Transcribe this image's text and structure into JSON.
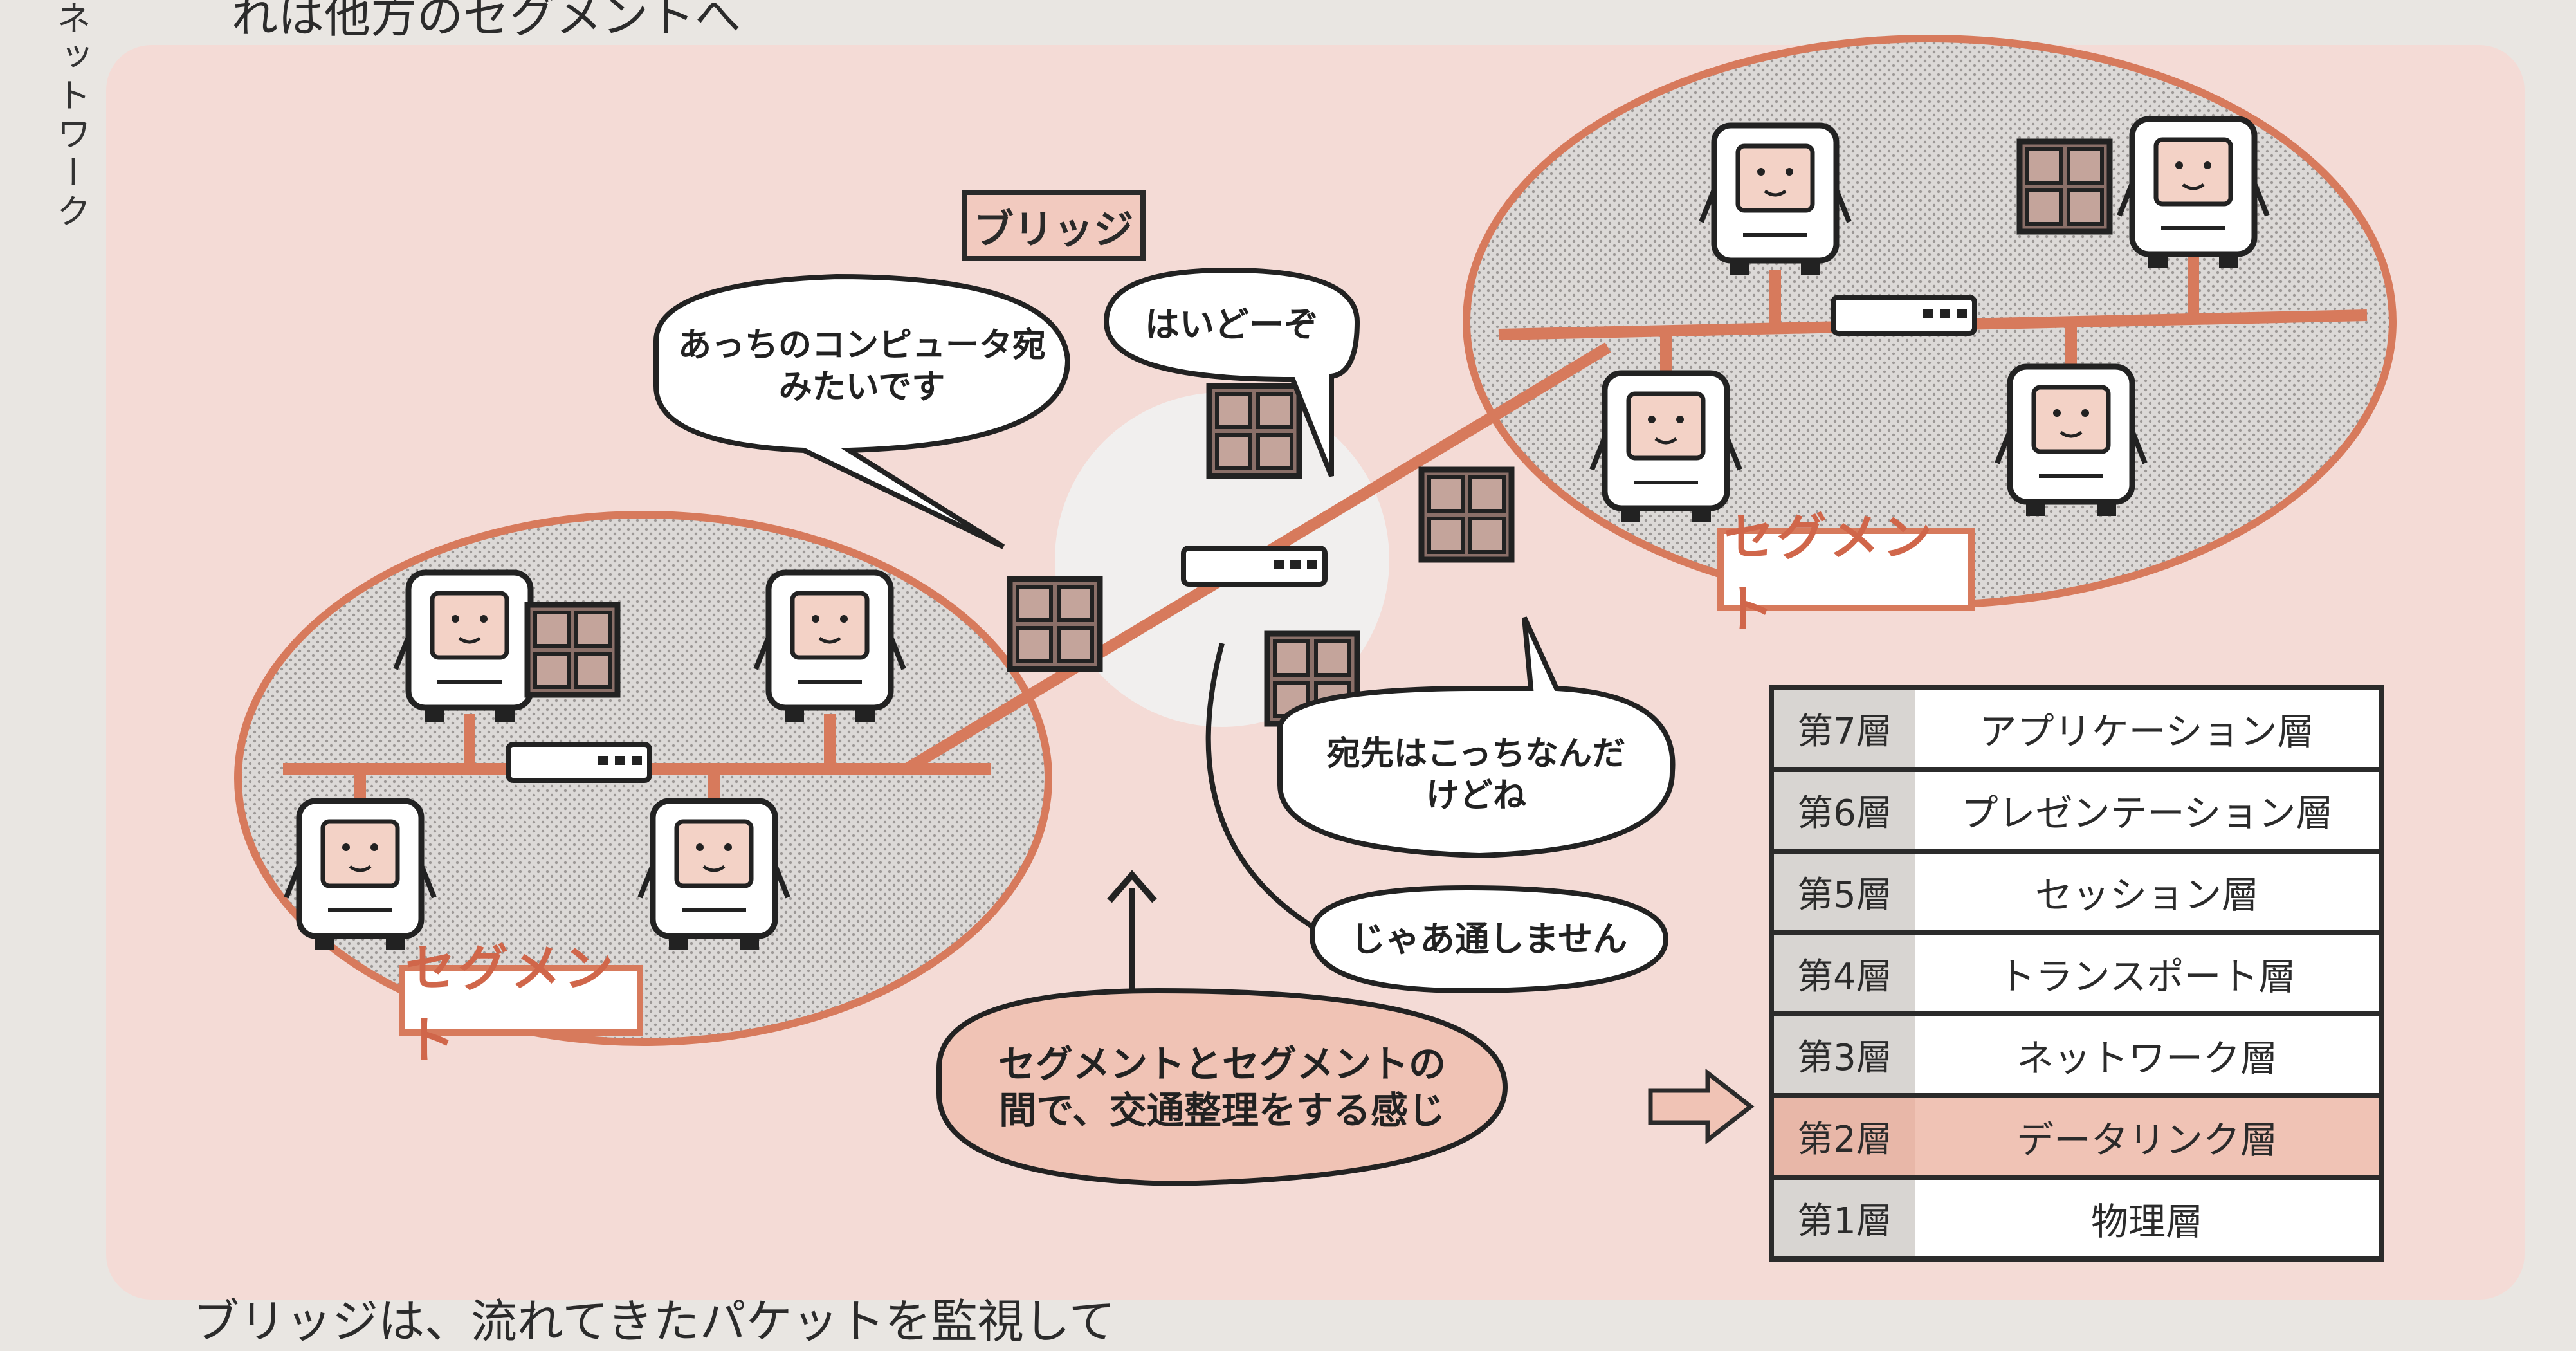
{
  "page": {
    "side_label": "ネットワーク",
    "top_line": "れは他方のセグメントへ",
    "bottom_line": "ブリッジは、流れてきたパケットを監視して"
  },
  "figure": {
    "bridge_label": "ブリッジ",
    "segment_label": "セグメント",
    "speech": {
      "left_top": "あっちのコンピュータ宛\nみたいです",
      "center_top": "はいどーぞ",
      "center_bottom": "宛先はこっちなんだ\nけどね",
      "lower": "じゃあ通しません",
      "caption": "セグメントとセグメントの\n間で、交通整理をする感じ"
    },
    "colors": {
      "panel": "#f4dbd6",
      "segment_fill": "#d9d6d4",
      "line": "#d77a5c",
      "highlight": "#f0c3b5"
    }
  },
  "layers": {
    "rows": [
      {
        "num": "第7層",
        "name": "アプリケーション層",
        "active": false
      },
      {
        "num": "第6層",
        "name": "プレゼンテーション層",
        "active": false
      },
      {
        "num": "第5層",
        "name": "セッション層",
        "active": false
      },
      {
        "num": "第4層",
        "name": "トランスポート層",
        "active": false
      },
      {
        "num": "第3層",
        "name": "ネットワーク層",
        "active": false
      },
      {
        "num": "第2層",
        "name": "データリンク層",
        "active": true
      },
      {
        "num": "第1層",
        "name": "物理層",
        "active": false
      }
    ],
    "pointer_icon": "right-arrow-icon"
  }
}
